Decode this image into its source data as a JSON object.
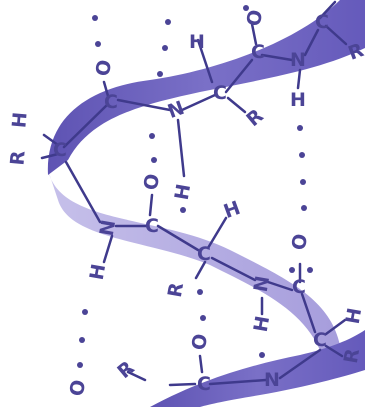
{
  "labels": {
    "o": "O",
    "c": "C",
    "n": "N",
    "h": "H",
    "r": "R"
  },
  "colors": {
    "ribbon_front": "#6f65bf",
    "ribbon_back": "#aaa2dd",
    "ribbon_back_light": "#c6c0ea",
    "bond": "#3f3a8c",
    "atom_text": "#4b4496",
    "hbond_dot": "#4b4496",
    "background": "#ffffff"
  }
}
